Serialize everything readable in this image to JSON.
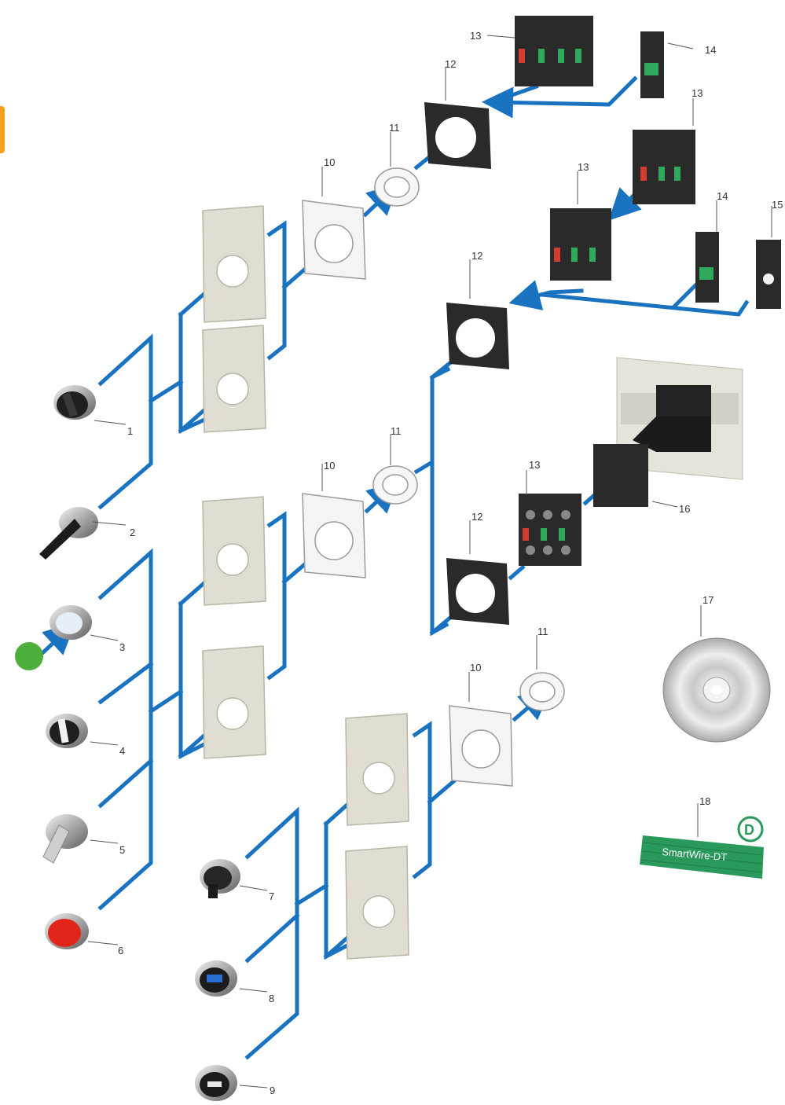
{
  "colors": {
    "connector": "#1a73c0",
    "plate": "#e0ddd2",
    "plate_edge": "#b8b4a6",
    "block": "#2a2a2a",
    "contact_green": "#2eaa5a",
    "contact_red": "#d63b2f",
    "lamp_green": "#4caf3c",
    "button_red": "#e0261b",
    "label_strip": "#2a9a5c",
    "accent_tab": "#f4a21c"
  },
  "callouts": {
    "c1": "1",
    "c2": "2",
    "c3": "3",
    "c4": "4",
    "c5": "5",
    "c6": "6",
    "c7": "7",
    "c8": "8",
    "c9": "9",
    "c10a": "10",
    "c10b": "10",
    "c10c": "10",
    "c11a": "11",
    "c11b": "11",
    "c11c": "11",
    "c12a": "12",
    "c12b": "12",
    "c12c": "12",
    "c13a": "13",
    "c13b": "13",
    "c13c": "13",
    "c13d": "13",
    "c14a": "14",
    "c14b": "14",
    "c15": "15",
    "c16": "16",
    "c17": "17",
    "c18": "18"
  },
  "brand": {
    "strip_text": "SmartWire-DT",
    "logo_letter": "D"
  },
  "icons": {
    "cd": "cd-disc-icon",
    "logo": "smartwire-logo-icon"
  }
}
